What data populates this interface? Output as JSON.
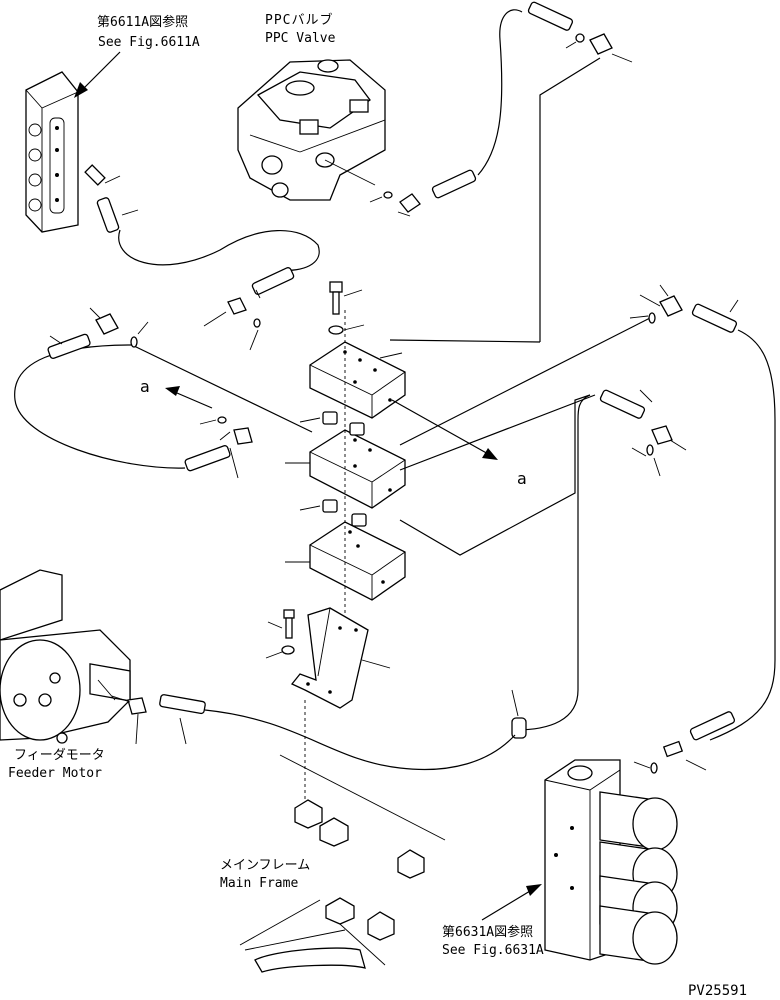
{
  "labels": {
    "see_6611a_jp": "第6611A図参照",
    "see_6611a_en": "See Fig.6611A",
    "ppc_valve_jp": "PPCバルブ",
    "ppc_valve_en": "PPC Valve",
    "feeder_motor_jp": "フィーダモータ",
    "feeder_motor_en": "Feeder Motor",
    "main_frame_jp": "メインフレーム",
    "main_frame_en": "Main Frame",
    "see_6631a_jp": "第6631A図参照",
    "see_6631a_en": "See Fig.6631A",
    "view_a_left": "a",
    "view_a_right": "a",
    "drawing_number": "PV25591"
  }
}
